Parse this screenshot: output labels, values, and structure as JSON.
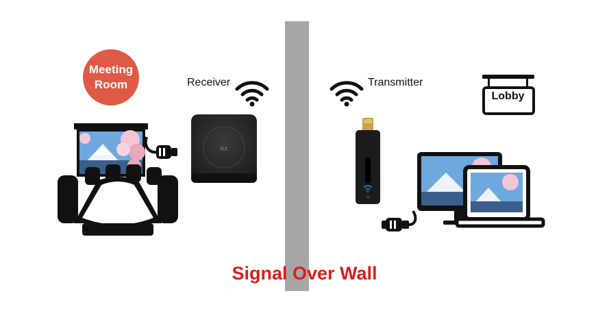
{
  "meeting_room": {
    "line1": "Meeting",
    "line2": "Room"
  },
  "receiver": {
    "label": "Receiver",
    "device_text": "RX"
  },
  "transmitter": {
    "label": "Transmitter",
    "device_text": "TX"
  },
  "lobby": {
    "label": "Lobby"
  },
  "title": "Signal Over Wall",
  "colors": {
    "circle": "#de5a45",
    "title": "#e21b1b",
    "wall": "#a6a6a6",
    "device": "#2b2b2b",
    "accent": "#1e88e5"
  },
  "icons": [
    "wifi-icon",
    "hdmi-connector-icon",
    "conference-table-icon",
    "projector-screen-icon",
    "laptop-icon",
    "monitor-icon"
  ]
}
